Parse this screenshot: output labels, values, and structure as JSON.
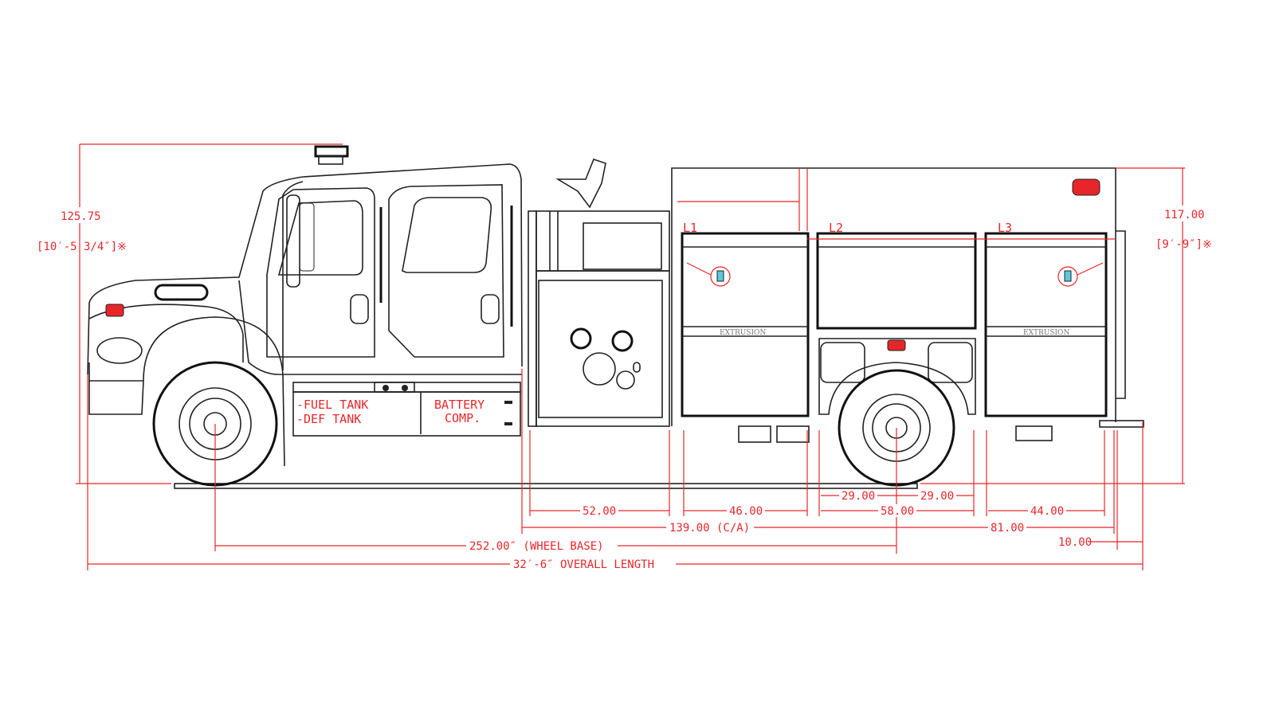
{
  "drawing": {
    "height_left": {
      "value": "125.75",
      "imperial": "[10′-5  3/4″]※"
    },
    "height_right": {
      "value": "117.00",
      "imperial": "[9′-9″]※"
    },
    "chassis_labels": {
      "fuel_tank": "-FUEL TANK",
      "def_tank": "-DEF TANK",
      "battery_line1": "BATTERY",
      "battery_line2": "COMP."
    },
    "compartments": [
      "L1",
      "L2",
      "L3"
    ],
    "extrusion_label": "EXTRUSION",
    "dimensions": {
      "pump_panel": "52.00",
      "l1_width": "46.00",
      "l2_half_front": "29.00",
      "l2_half_rear": "29.00",
      "l2_width": "58.00",
      "l3_width": "44.00",
      "cab_to_axle": "139.00 (C/A)",
      "axle_to_rear": "81.00",
      "rear_step": "10.00",
      "wheel_base": "252.00″ (WHEEL BASE)",
      "overall_length": "32′-6″ OVERALL LENGTH"
    },
    "accent_color": "#e8262a"
  }
}
